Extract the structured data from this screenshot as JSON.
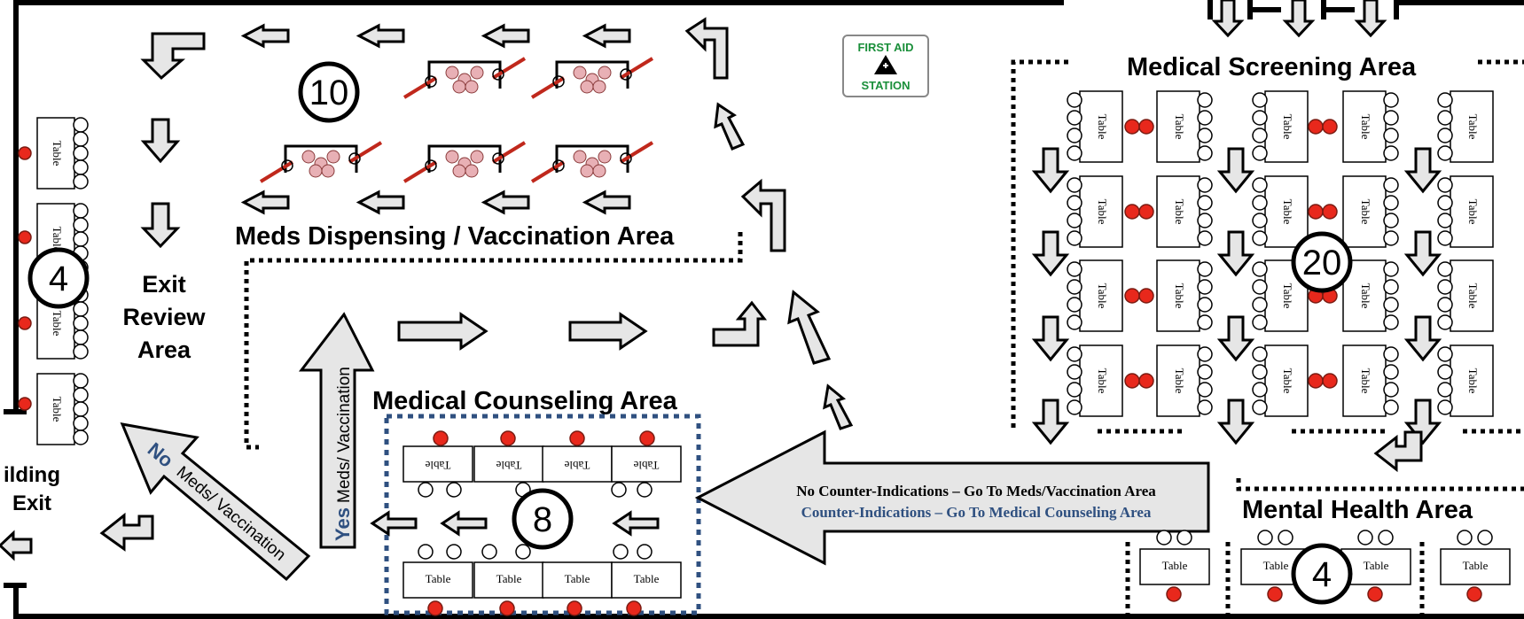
{
  "areas": {
    "meds": "Meds Dispensing / Vaccination Area",
    "screening": "Medical Screening Area",
    "counseling": "Medical Counseling Area",
    "mental": "Mental Health Area",
    "exit_review": [
      "Exit",
      "Review",
      "Area"
    ],
    "building_exit": [
      "ilding",
      "Exit"
    ]
  },
  "first_aid": [
    "FIRST AID",
    "STATION"
  ],
  "table_label": "Table",
  "counts": {
    "meds": "10",
    "exit_review": "4",
    "screening": "20",
    "counseling": "8",
    "mental": "4"
  },
  "routing": {
    "no_counter": "No Counter-Indications – Go To Meds/Vaccination Area",
    "counter": "Counter-Indications – Go To Medical Counseling Area"
  },
  "decision": {
    "yes_word": "Yes",
    "yes_text": "Meds/ Vaccination",
    "no_word": "No",
    "no_text": "Meds/ Vaccination"
  },
  "colors": {
    "arrow_fill": "#e6e6e6",
    "staff_red": "#e8281c",
    "accent_blue": "#2f5080",
    "first_aid_green": "#1a8f3a"
  }
}
